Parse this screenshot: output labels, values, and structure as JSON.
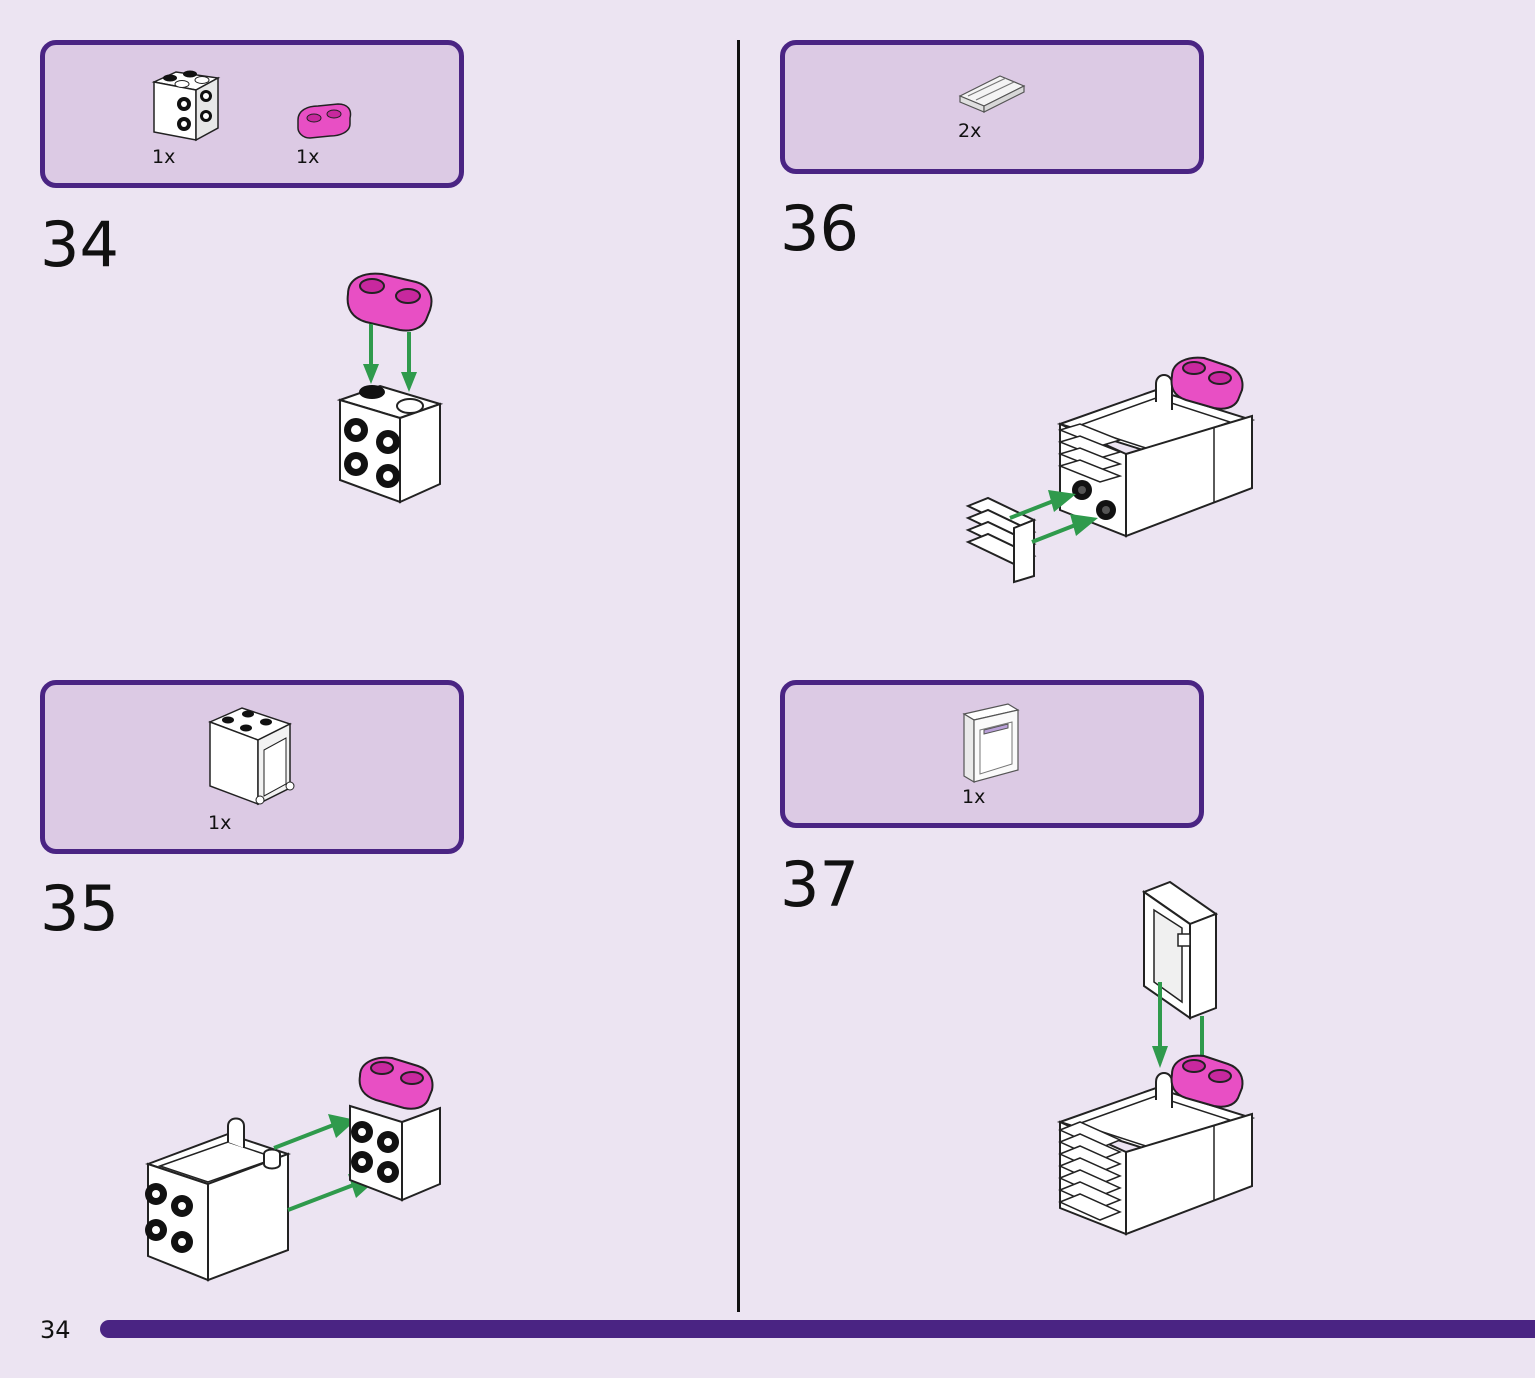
{
  "page": {
    "number": "34"
  },
  "steps": [
    {
      "number": "34",
      "parts": [
        {
          "name": "brick-2x2-with-side-studs",
          "color": "#ffffff",
          "qty": "1x"
        },
        {
          "name": "plate-1x2-rounded",
          "color": "#e84fc4",
          "qty": "1x"
        }
      ]
    },
    {
      "number": "35",
      "parts": [
        {
          "name": "container-box-2x2x2",
          "color": "#ffffff",
          "qty": "1x"
        }
      ]
    },
    {
      "number": "36",
      "parts": [
        {
          "name": "plate-1x2-with-rail",
          "color": "#e6e6e6",
          "qty": "2x"
        }
      ]
    },
    {
      "number": "37",
      "parts": [
        {
          "name": "door-2x2",
          "color": "#ffffff",
          "qty": "1x"
        }
      ]
    }
  ],
  "colors": {
    "accent": "#4a2483",
    "box_fill": "#dccae4",
    "background": "#ece4f2",
    "pink": "#e84fc4",
    "arrow": "#2f9a4c"
  }
}
